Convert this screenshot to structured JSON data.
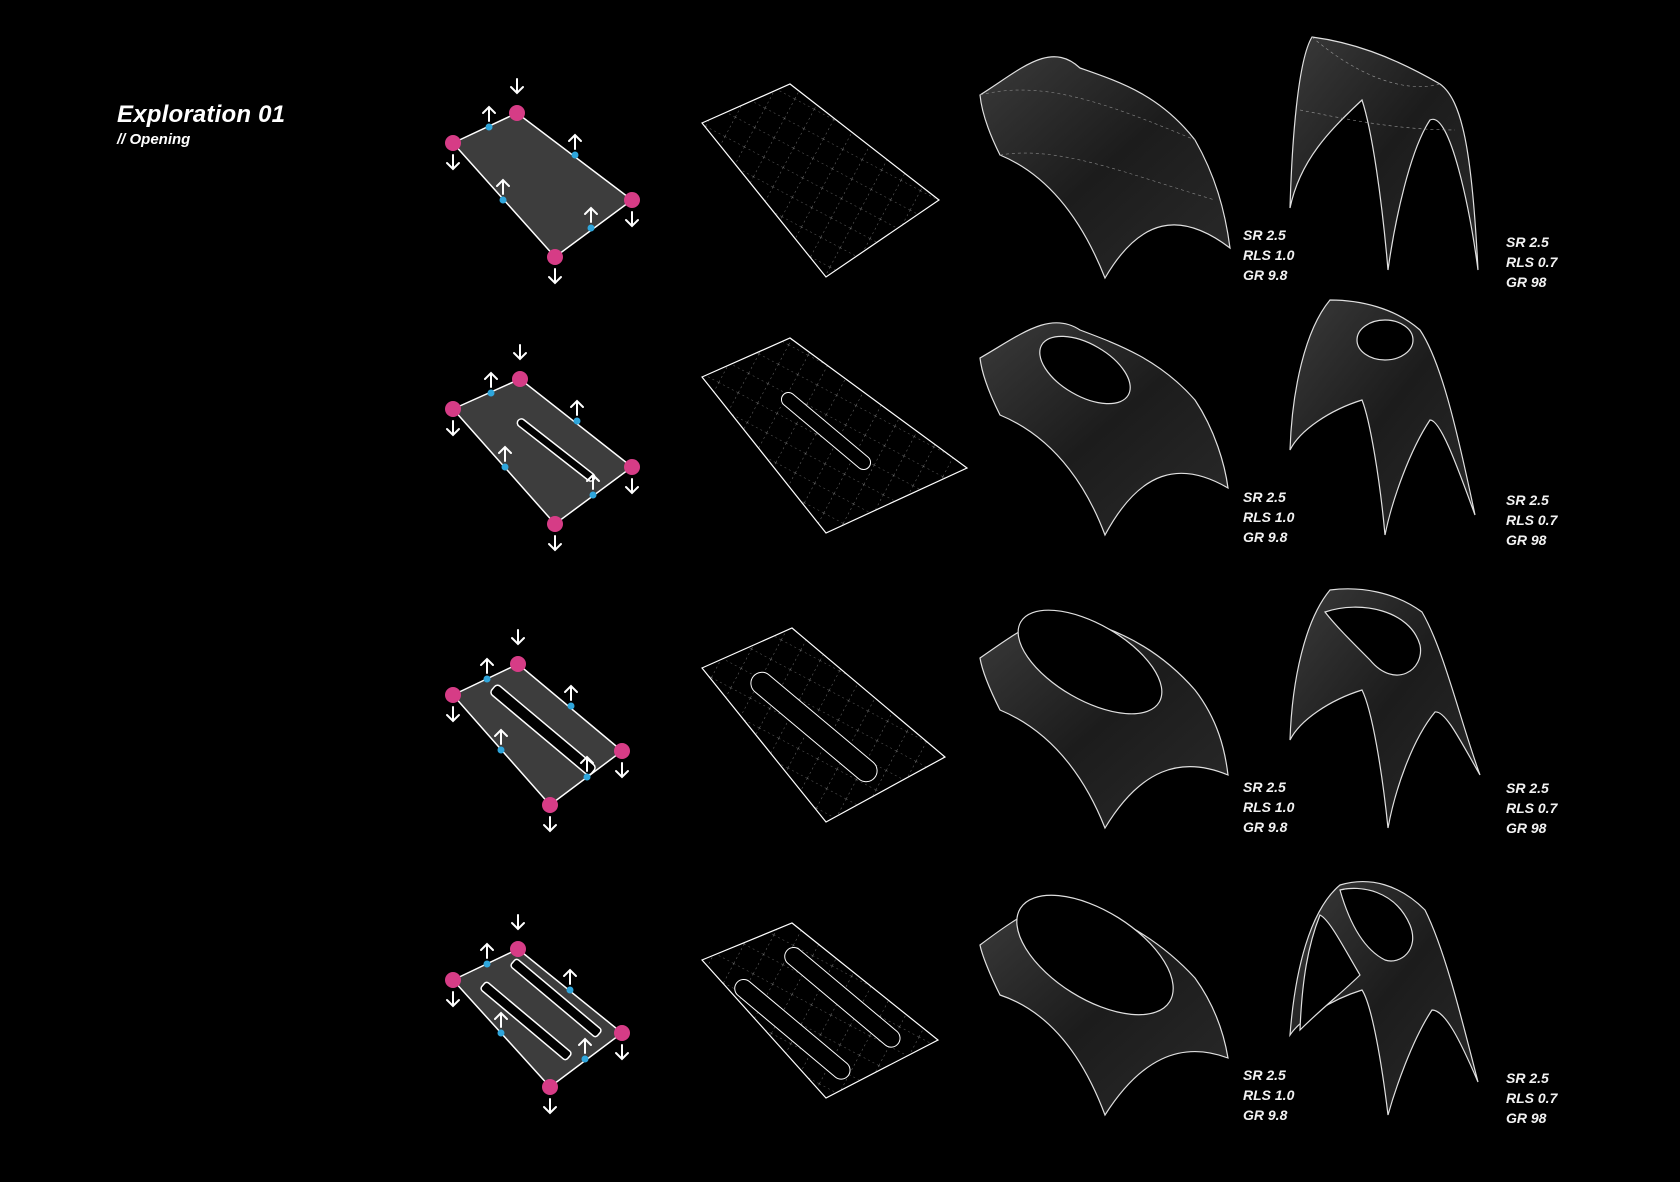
{
  "header": {
    "title": "Exploration 01",
    "subtitle": "// Opening"
  },
  "colors": {
    "support_node": "#d63c86",
    "edge_node": "#2fa6dc",
    "slab": "#3d3d3d",
    "background": "#000000",
    "mesh": "#ffffff"
  },
  "rows": [
    {
      "openings": 0,
      "label_a": [
        "SR 2.5",
        "RLS 1.0",
        "GR 9.8"
      ],
      "label_b": [
        "SR 2.5",
        "RLS 0.7",
        "GR 98"
      ]
    },
    {
      "openings": 1,
      "label_a": [
        "SR 2.5",
        "RLS 1.0",
        "GR 9.8"
      ],
      "label_b": [
        "SR 2.5",
        "RLS 0.7",
        "GR 98"
      ]
    },
    {
      "openings": 1,
      "label_a": [
        "SR 2.5",
        "RLS 1.0",
        "GR 9.8"
      ],
      "label_b": [
        "SR 2.5",
        "RLS 0.7",
        "GR 98"
      ]
    },
    {
      "openings": 2,
      "label_a": [
        "SR 2.5",
        "RLS 1.0",
        "GR 9.8"
      ],
      "label_b": [
        "SR 2.5",
        "RLS 0.7",
        "GR 98"
      ]
    }
  ]
}
